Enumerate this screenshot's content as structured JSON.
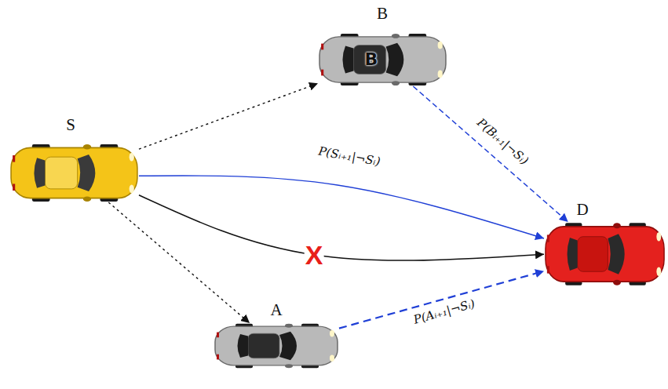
{
  "diagram": {
    "nodes": [
      {
        "text": [
          "S"
        ]
      },
      {
        "text": [
          "B",
          "B"
        ]
      },
      {
        "text": [
          "A"
        ]
      },
      {
        "text": [
          "D"
        ]
      }
    ],
    "edges": [
      {
        "from": 0,
        "to": 1,
        "arrow": "to"
      },
      {
        "from": 0,
        "to": 2,
        "arrow": "to"
      },
      {
        "from": 0,
        "to": 3,
        "label": "P(Sᵢ₊₁|¬Sᵢ)",
        "arrow": "to"
      },
      {
        "from": 0,
        "to": 3,
        "label": "X",
        "arrow": "to"
      },
      {
        "from": 1,
        "to": 3,
        "label": "P(Bᵢ₊₁|¬Sᵢ)",
        "arrow": "to"
      },
      {
        "from": 2,
        "to": 3,
        "label": "P(Aᵢ₊₁|¬Sᵢ)",
        "arrow": "to"
      }
    ]
  }
}
